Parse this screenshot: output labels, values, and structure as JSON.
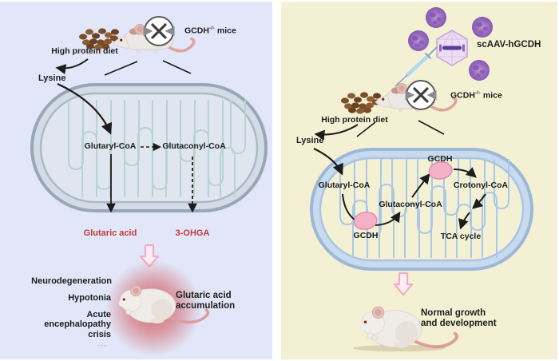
{
  "left_panel": {
    "background": "#e1e6f8",
    "mouse_label": {
      "gene": "GCDH",
      "superscript": "-/-",
      "suffix": " mice"
    },
    "diet_label": "High protein diet",
    "lysine_label": "Lysine",
    "pathway": {
      "glutaryl": "Glutaryl-CoA",
      "glutaconyl": "Glutaconyl-CoA",
      "glutaric_acid": "Glutaric acid",
      "ohga": "3-OHGA"
    },
    "outcomes": {
      "neurodegeneration": "Neurodegeneration",
      "hypotonia": "Hypotonia",
      "encephalopathy": "Acute\nencephalopathy\ncrisis",
      "accumulation": "Glutaric acid\naccumulation"
    },
    "accent_red": "#c73a3a",
    "watermark": "-----"
  },
  "right_panel": {
    "background": "#f3f0d3",
    "vector_label": "scAAV-hGCDH",
    "mouse_label": {
      "gene": "GCDH",
      "superscript": "-/-",
      "suffix": " mice"
    },
    "diet_label": "High protein diet",
    "lysine_label": "Lysine",
    "pathway": {
      "glutaryl": "Glutaryl-CoA",
      "glutaconyl": "Glutaconyl-CoA",
      "crotonyl": "Crotonyl-CoA",
      "tca": "TCA cycle",
      "enzyme1": "GCDH",
      "enzyme2": "GCDH"
    },
    "outcome": "Normal growth\nand development"
  },
  "colors": {
    "enzyme_pink": "#f4b1c7",
    "virus_purple": "#9a6fc2",
    "capsid_lavender": "#ecdff3",
    "mito_left_membrane": "#97a7b4",
    "mito_right_membrane": "#9db7d7",
    "outcome_arrow_pink": "#f0aec6",
    "glow_red": "#cd2d2d"
  },
  "icons": {
    "knockout": "knockout-cross-circle-icon",
    "virus": "aav-virus-particle-icon",
    "capsid": "aav-capsid-icon",
    "syringe": "syringe-icon",
    "mitochondrion": "mitochondrion",
    "pellets": "food-pellets-icon",
    "mouse": "mouse-illustration"
  }
}
